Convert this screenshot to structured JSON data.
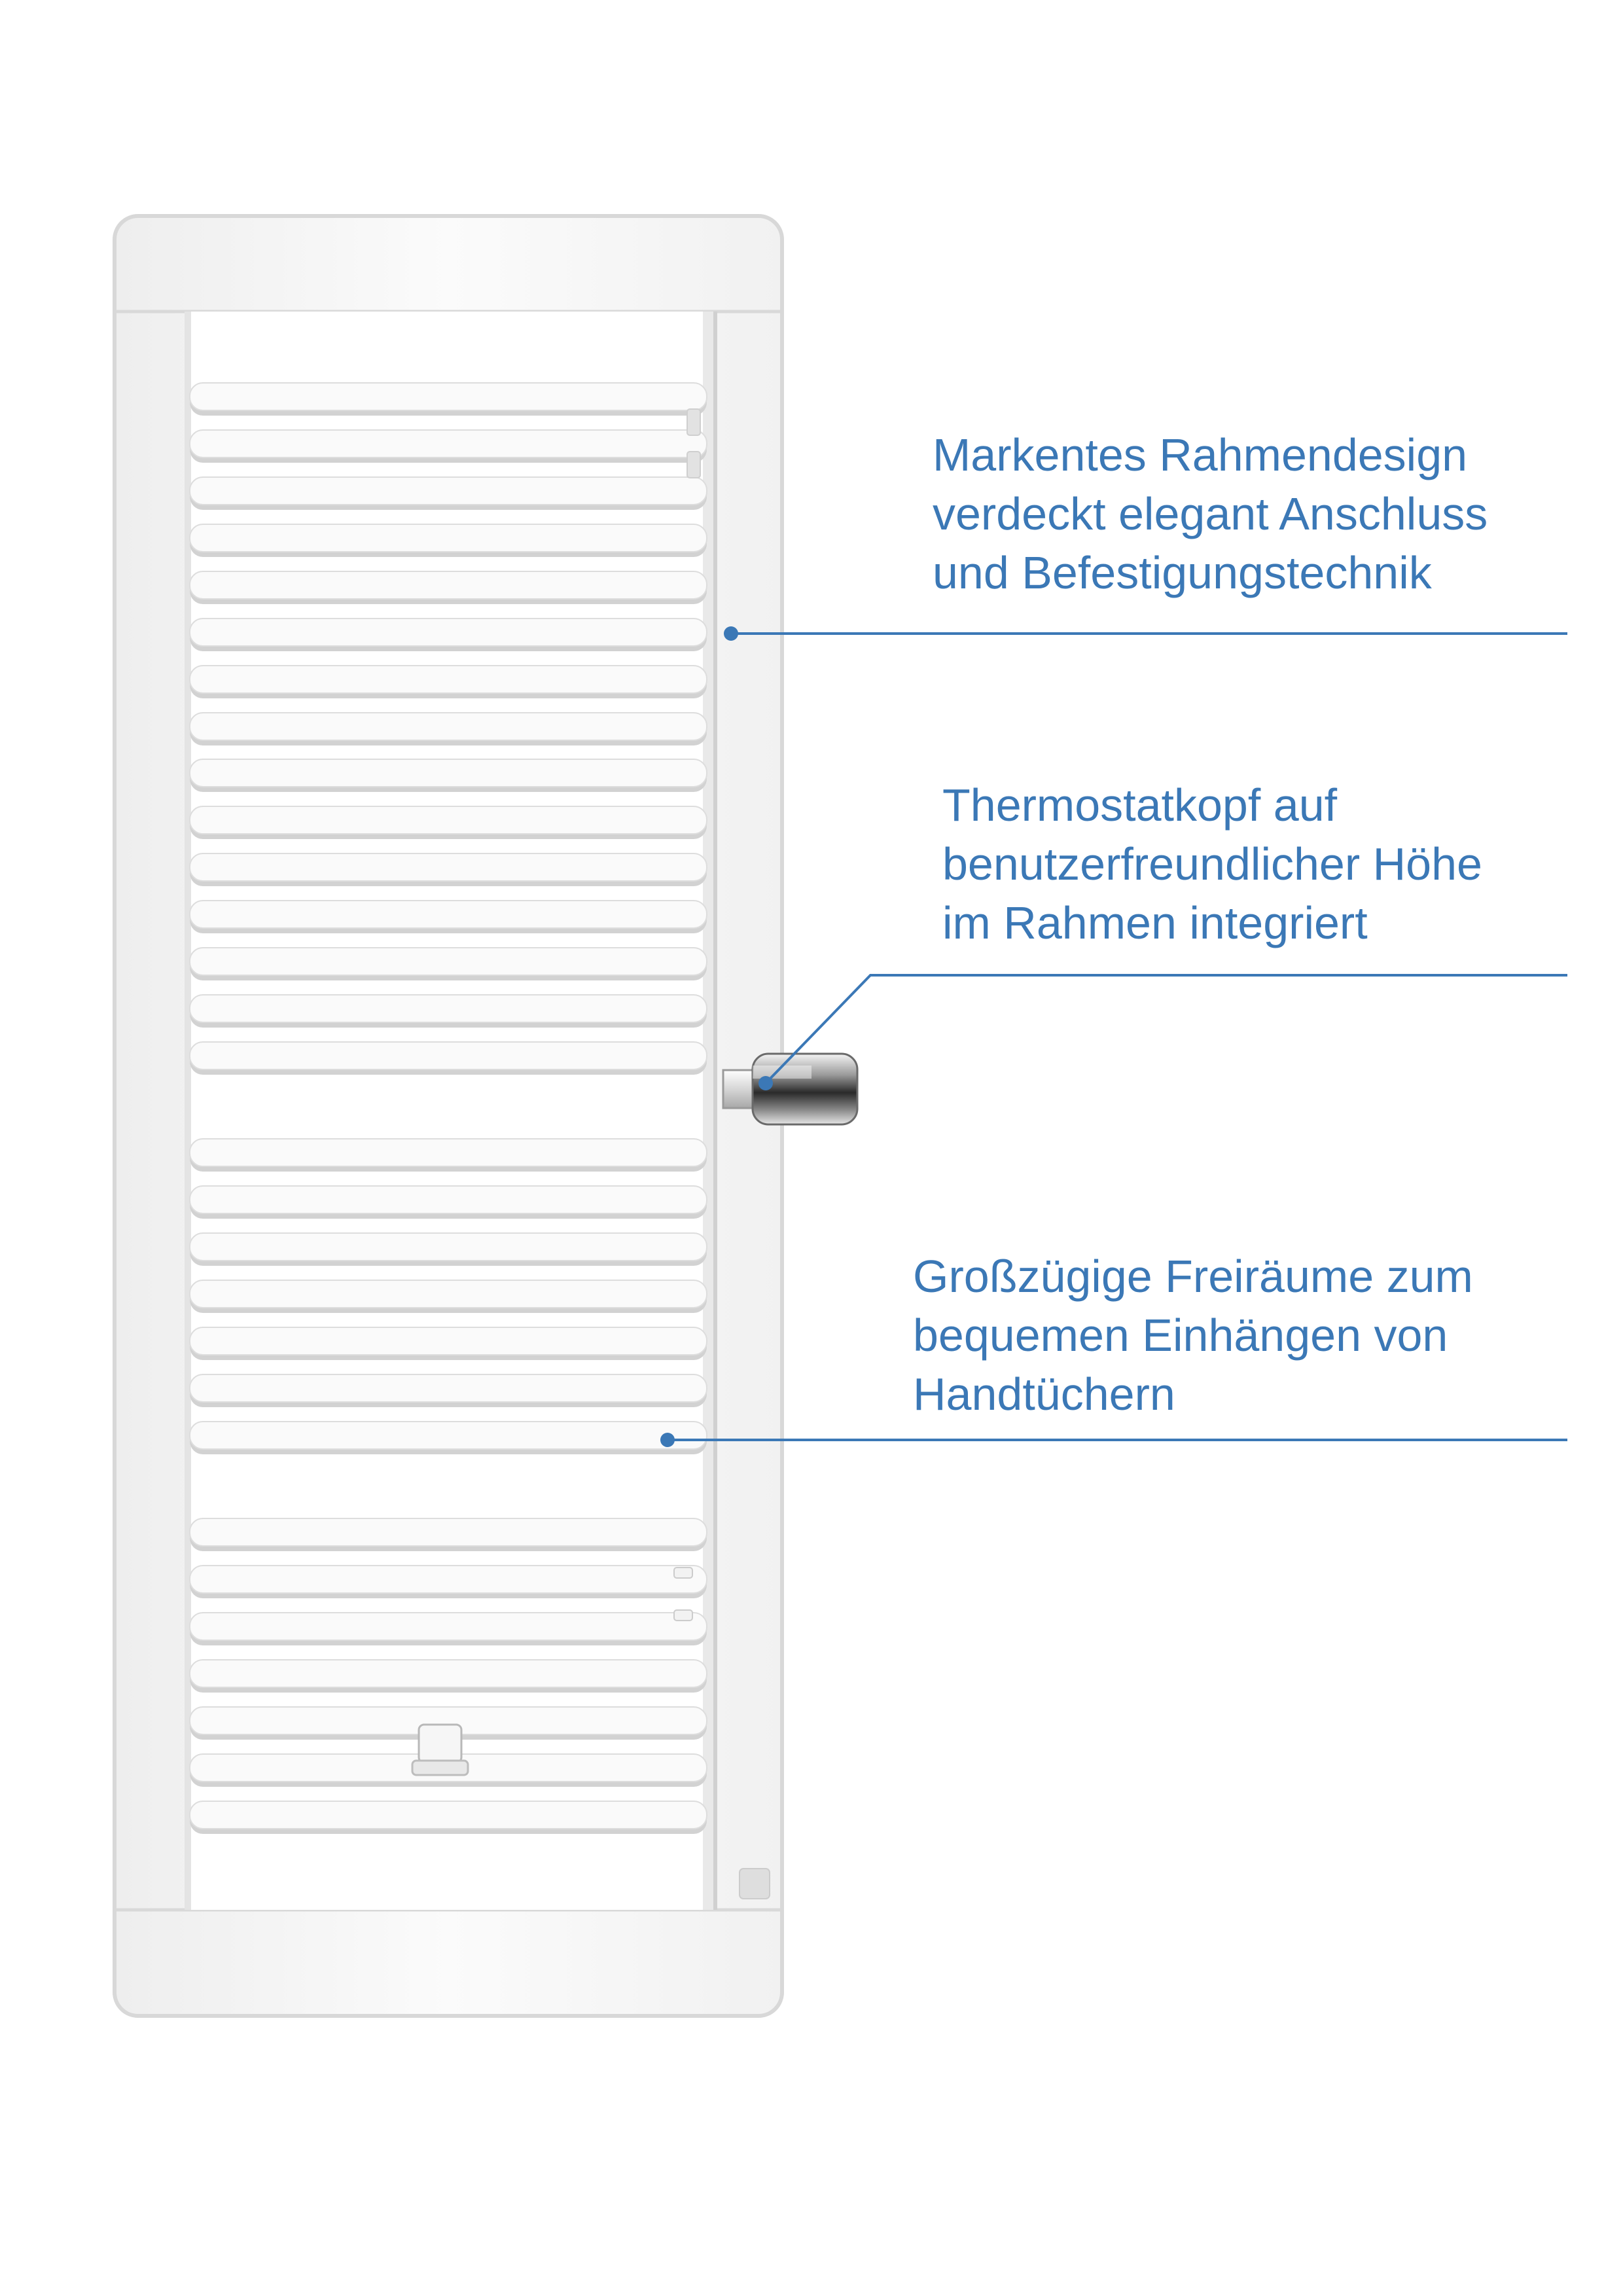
{
  "colors": {
    "accent": "#3b78b6",
    "frame": "#f7f7f7",
    "frame_edge": "#dcdcdc",
    "bar": "#fafafa",
    "bar_shadow": "#d2d2d2"
  },
  "callouts": [
    {
      "id": "frame-design",
      "lines": [
        "Markentes Rahmendesign",
        "verdeckt elegant Anschluss",
        "und Befestigungstechnik"
      ]
    },
    {
      "id": "thermostat",
      "lines": [
        "Thermostatkopf auf",
        "benutzerfreundlicher Höhe",
        "im Rahmen integriert"
      ]
    },
    {
      "id": "towel-space",
      "lines": [
        "Großzügige Freiräume zum",
        "bequemen Einhängen von",
        "Handtüchern"
      ]
    }
  ],
  "product": {
    "bar_groups": [
      8,
      7,
      7,
      7
    ]
  }
}
